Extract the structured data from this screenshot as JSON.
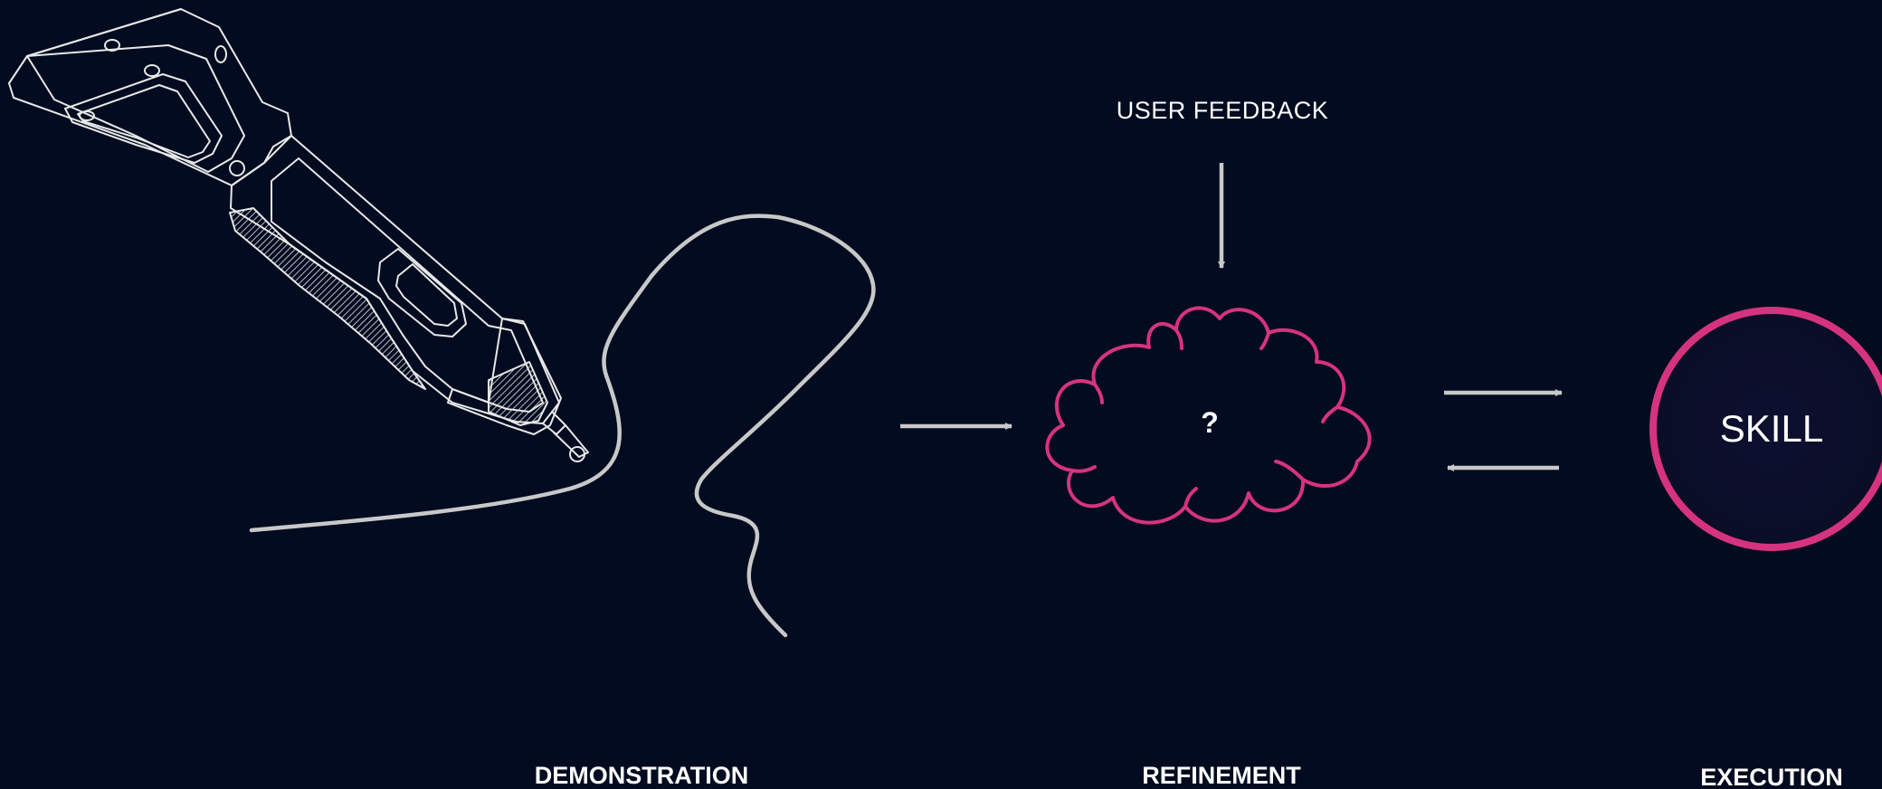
{
  "colors": {
    "background": "#020b1f",
    "line": "#c8c8c8",
    "accent": "#d6337f",
    "pen_outline": "#e8e8e8",
    "text": "#ffffff"
  },
  "labels": {
    "user_feedback": "USER FEEDBACK",
    "cloud_text": "?",
    "skill": "SKILL",
    "demonstration": "DEMONSTRATION",
    "refinement": "REFINEMENT",
    "execution": "EXECUTION"
  },
  "icons": {
    "demonstration_device": "stylus-pen-icon",
    "refinement_shape": "cloud-icon",
    "execution_shape": "circle-icon"
  }
}
